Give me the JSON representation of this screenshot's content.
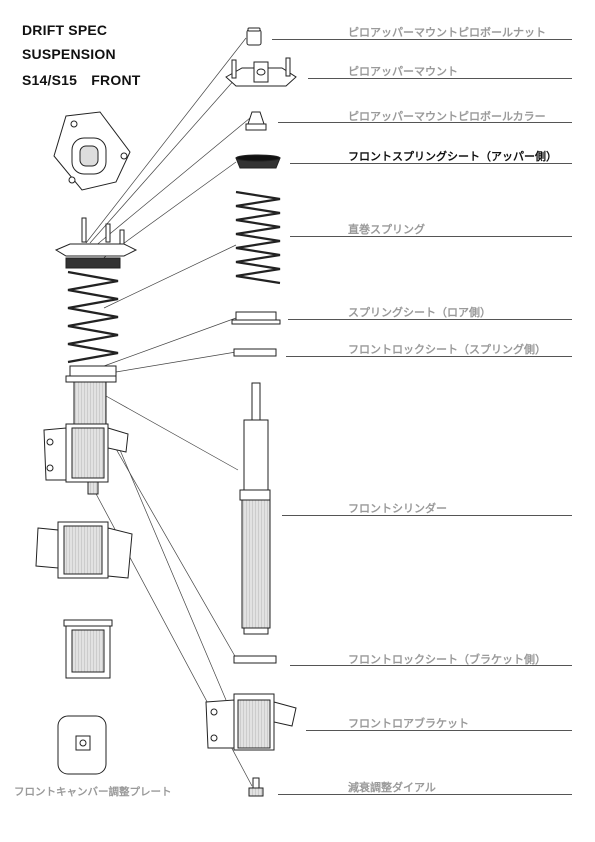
{
  "title": {
    "line1": "DRIFT SPEC",
    "line2": "SUSPENSION",
    "line3": "S14/S15　FRONT"
  },
  "parts": [
    {
      "id": "pillow-nut",
      "label": "ピロアッパーマウントピロボールナット",
      "highlight": false
    },
    {
      "id": "upper-mount",
      "label": "ピロアッパーマウント",
      "highlight": false
    },
    {
      "id": "ball-collar",
      "label": "ピロアッパーマウントピロボールカラー",
      "highlight": false
    },
    {
      "id": "upper-spring-seat",
      "label": "フロントスプリングシート（アッパー側）",
      "highlight": true
    },
    {
      "id": "straight-spring",
      "label": "直巻スプリング",
      "highlight": false
    },
    {
      "id": "lower-spring-seat",
      "label": "スプリングシート（ロア側）",
      "highlight": false
    },
    {
      "id": "lock-seat-spring",
      "label": "フロントロックシート（スプリング側）",
      "highlight": false
    },
    {
      "id": "cylinder",
      "label": "フロントシリンダー",
      "highlight": false
    },
    {
      "id": "lock-seat-bracket",
      "label": "フロントロックシート（ブラケット側）",
      "highlight": false
    },
    {
      "id": "lower-bracket",
      "label": "フロントロアブラケット",
      "highlight": false
    },
    {
      "id": "damping-dial",
      "label": "減衰調整ダイアル",
      "highlight": false
    }
  ],
  "camber_plate_caption": "フロントキャンバー調整プレート",
  "colors": {
    "label_gray": "#9a9a9a",
    "label_highlight": "#111111",
    "line": "#555555",
    "part_stroke": "#222222",
    "part_fill": "#ffffff",
    "shade": "#cfcfcf"
  }
}
